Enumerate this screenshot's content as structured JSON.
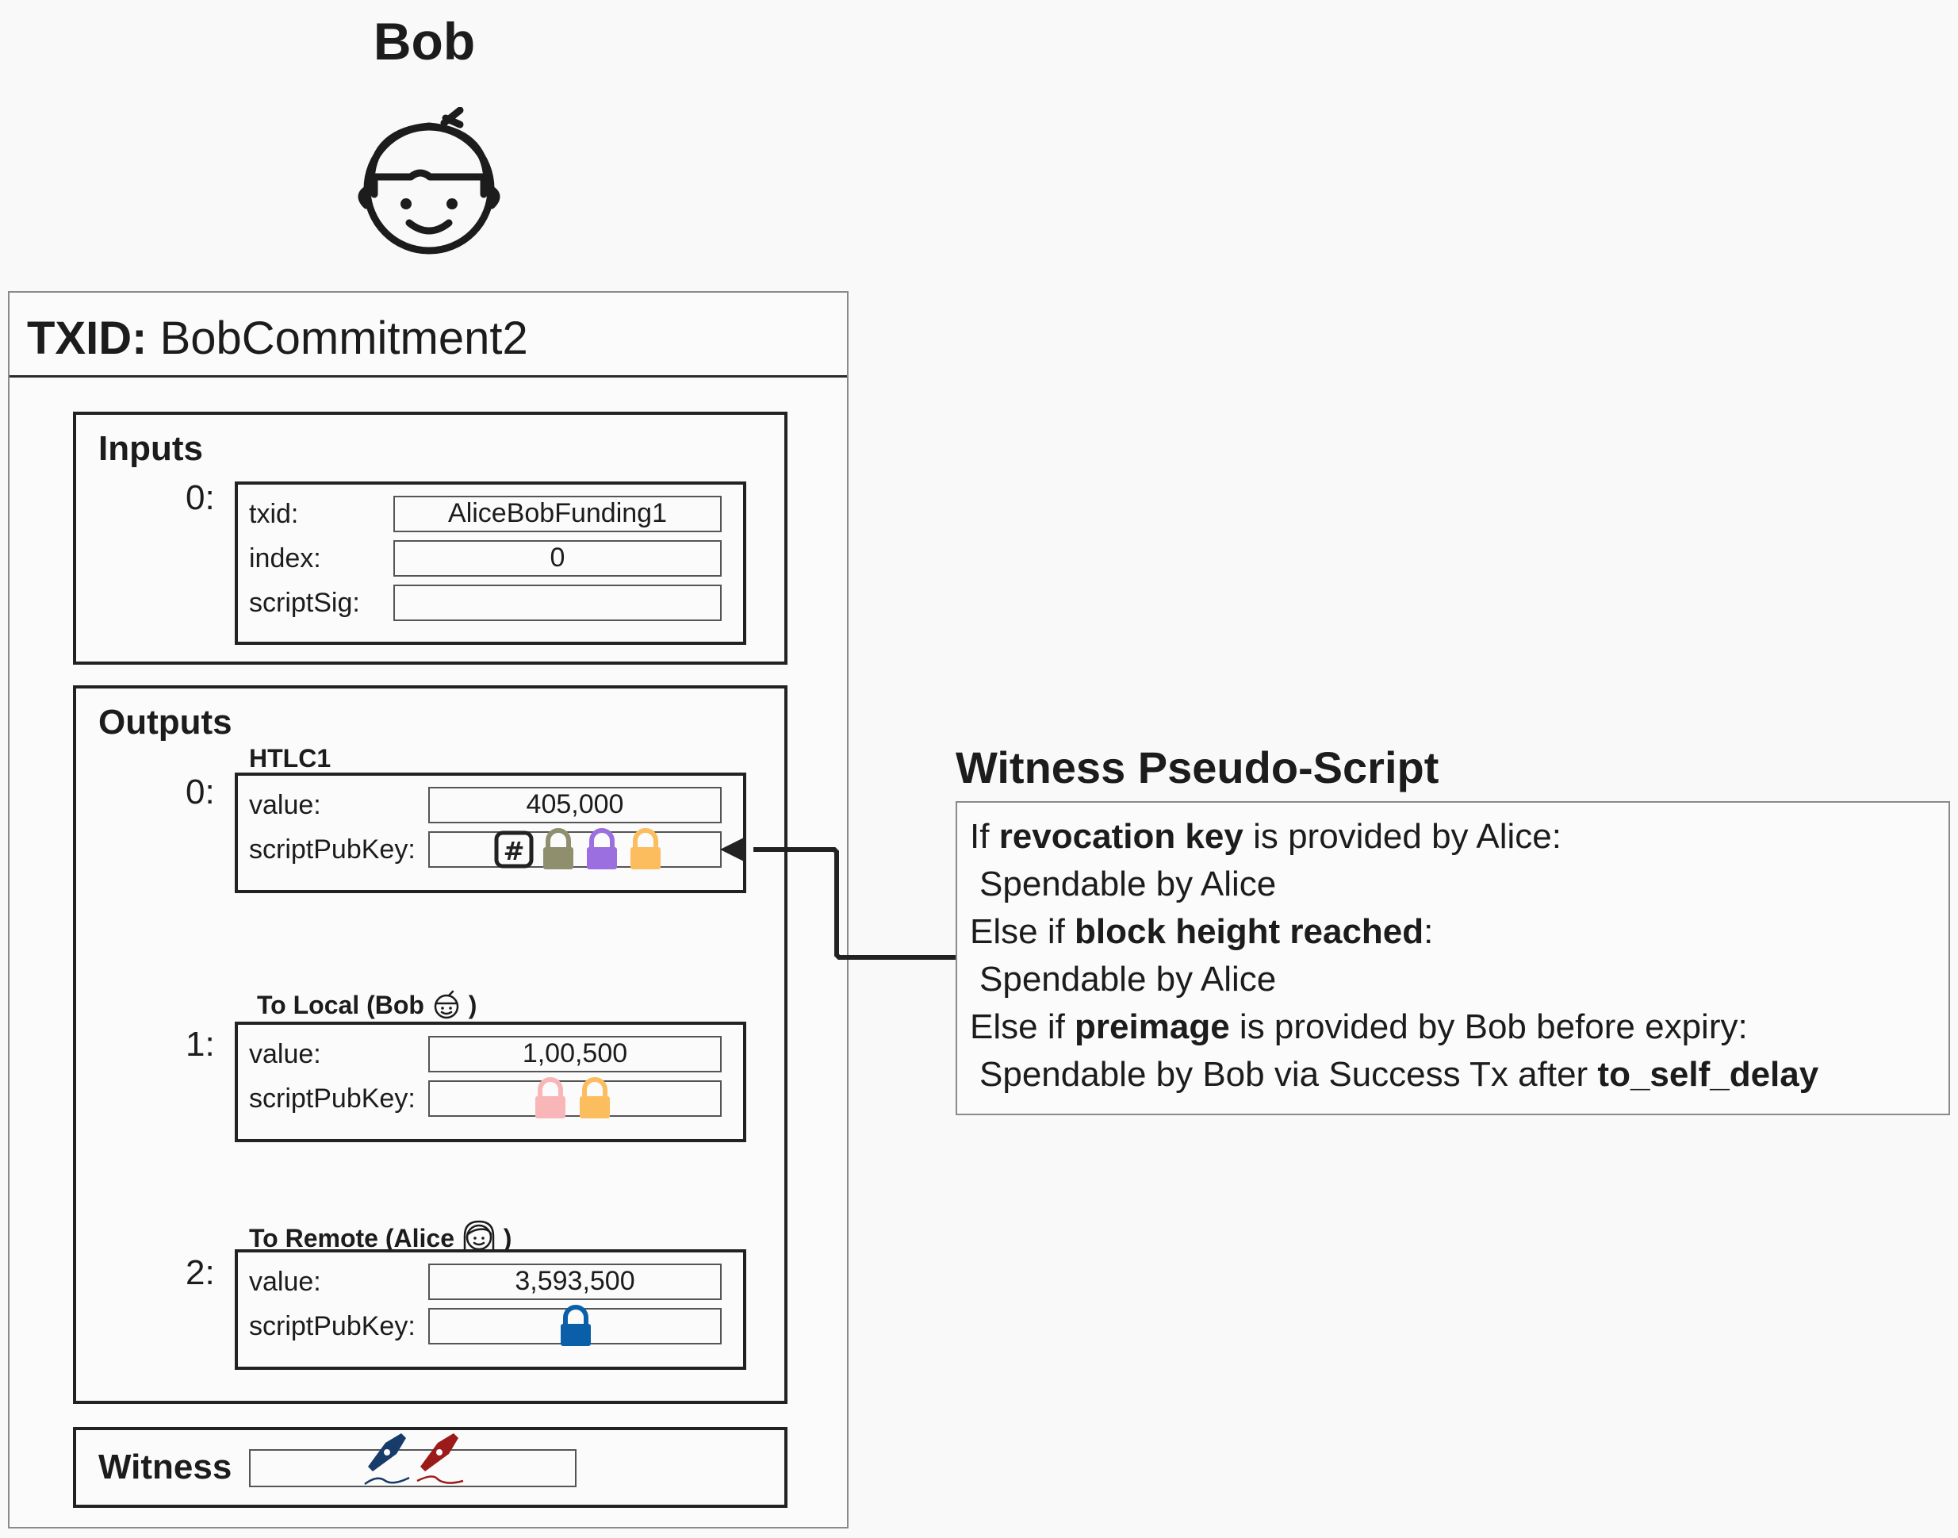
{
  "person": {
    "name": "Bob",
    "avatar_icon": "bob-avatar-icon"
  },
  "transaction": {
    "txid_label": "TXID:",
    "txid_value": "BobCommitment2",
    "inputs": {
      "title": "Inputs",
      "items": [
        {
          "index": "0:",
          "txid_label": "txid:",
          "txid_value": "AliceBobFunding1",
          "index_label": "index:",
          "index_value": "0",
          "scriptsig_label": "scriptSig:",
          "scriptsig_value": ""
        }
      ]
    },
    "outputs": {
      "title": "Outputs",
      "items": [
        {
          "index": "0:",
          "name": "HTLC1",
          "value_label": "value:",
          "value": "405,000",
          "scriptpubkey_label": "scriptPubKey:",
          "locks": [
            "hash-icon",
            "olive-lock-icon",
            "purple-lock-icon",
            "orange-lock-icon"
          ]
        },
        {
          "index": "1:",
          "name_prefix": "To Local (Bob",
          "name_suffix": ")",
          "value_label": "value:",
          "value": "1,00,500",
          "scriptpubkey_label": "scriptPubKey:",
          "locks": [
            "pink-lock-icon",
            "orange-lock-icon"
          ]
        },
        {
          "index": "2:",
          "name_prefix": "To Remote (Alice",
          "name_suffix": ")",
          "value_label": "value:",
          "value": "3,593,500",
          "scriptpubkey_label": "scriptPubKey:",
          "locks": [
            "blue-lock-icon"
          ]
        }
      ]
    },
    "witness": {
      "title": "Witness",
      "signatures": [
        "blue-pen-signature-icon",
        "red-pen-signature-icon"
      ]
    }
  },
  "witness_script": {
    "title": "Witness Pseudo-Script",
    "lines": [
      {
        "pre": "If ",
        "bold": "revocation key",
        "post": " is provided by Alice:"
      },
      {
        "pre": "Spendable by Alice",
        "bold": "",
        "post": ""
      },
      {
        "pre": "Else if ",
        "bold": "block height reached",
        "post": ":"
      },
      {
        "pre": "Spendable by Alice",
        "bold": "",
        "post": ""
      },
      {
        "pre": "Else if ",
        "bold": "preimage",
        "post": " is provided by Bob before expiry:"
      },
      {
        "pre": "Spendable by Bob via Success Tx after ",
        "bold": "to_self_delay",
        "post": ""
      }
    ]
  },
  "colors": {
    "hash": "#222222",
    "olive_lock": "#8f8f6e",
    "purple_lock": "#9b6fe0",
    "orange_lock": "#fbbd5e",
    "pink_lock": "#f8b6b8",
    "blue_lock": "#0b5ea8",
    "pen_blue": "#183c6a",
    "pen_red": "#9b1b1b"
  }
}
